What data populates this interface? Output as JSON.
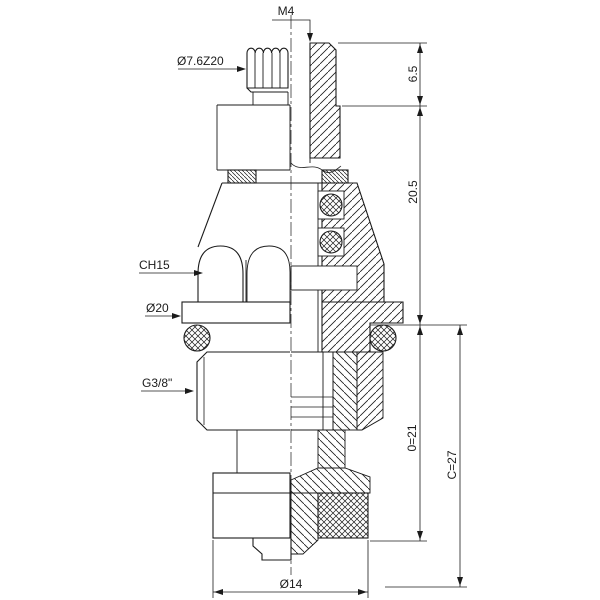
{
  "page": {
    "background": "#ffffff",
    "line_color": "#1b1b1b"
  },
  "callouts": {
    "handle_thread": "M4",
    "spline": "Ø7.6Z20",
    "hex": "CH15",
    "flange_diameter": "Ø20",
    "body_thread": "G3/8\"",
    "seat_diameter": "Ø14"
  },
  "dimensions": {
    "top_height": "6.5",
    "upper_height": "20.5",
    "lower_height": "0=21",
    "overall_height": "C=27"
  }
}
